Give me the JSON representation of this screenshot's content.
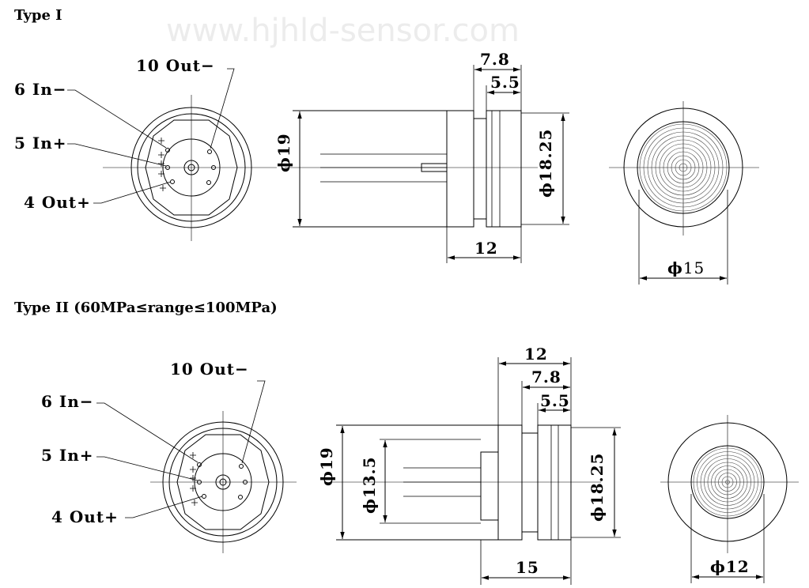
{
  "watermark": "www.hjhld-sensor.com",
  "type1": {
    "title": "Type I",
    "pins": {
      "out_minus": "10 Out−",
      "in_minus": "6 In−",
      "in_plus": "5 In+",
      "out_plus": "4 Out+"
    },
    "dims": {
      "d_body": "19",
      "d_flange": "18.25",
      "d_diaphragm": "15",
      "len_total": "12",
      "len_a": "7.8",
      "len_b": "5.5"
    },
    "diameter_symbol": "ϕ"
  },
  "type2": {
    "title": "Type II (60MPa≤range≤100MPa)",
    "pins": {
      "out_minus": "10 Out−",
      "in_minus": "6 In−",
      "in_plus": "5 In+",
      "out_plus": "4 Out+"
    },
    "dims": {
      "d_body": "19",
      "d_inner": "13.5",
      "d_flange": "18.25",
      "d_diaphragm": "12",
      "len_total": "15",
      "len_a": "12",
      "len_b": "7.8",
      "len_c": "5.5"
    },
    "diameter_symbol": "ϕ"
  }
}
